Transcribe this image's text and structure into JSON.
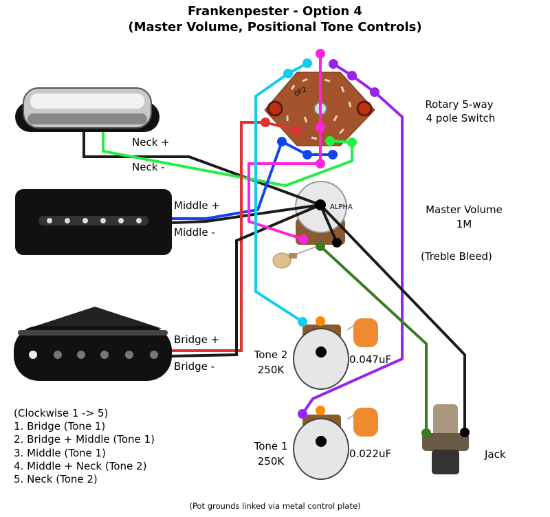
{
  "title": {
    "line1": "Frankenpester - Option 4",
    "line2": "(Master Volume, Positional Tone Controls)"
  },
  "labels": {
    "neck_plus": "Neck +",
    "neck_minus": "Neck -",
    "middle_plus": "Middle +",
    "middle_minus": "Middle -",
    "bridge_plus": "Bridge +",
    "bridge_minus": "Bridge -",
    "switch_line1": "Rotary 5-way",
    "switch_line2": "4 pole Switch",
    "master_line1": "Master Volume",
    "master_line2": "1M",
    "treble_bleed": "(Treble Bleed)",
    "tone2_line1": "Tone 2",
    "tone2_line2": "250K",
    "tone2_cap": "0.047uF",
    "tone1_line1": "Tone 1",
    "tone1_line2": "250K",
    "tone1_cap": "0.022uF",
    "jack": "Jack",
    "switch_marking": "0F2",
    "pot_marking": "ALPHA"
  },
  "positions": {
    "heading": "(Clockwise 1 -> 5)",
    "items": [
      "1. Bridge (Tone 1)",
      "2. Bridge + Middle (Tone 1)",
      "3. Middle (Tone 1)",
      "4. Middle + Neck (Tone 2)",
      "5. Neck (Tone 2)"
    ]
  },
  "footnote": "(Pot grounds linked via metal control plate)",
  "wire_colors": {
    "neck_hot": "#22ee44",
    "ground": "#000000",
    "middle_hot": "#1144ee",
    "bridge_hot": "#dd3333",
    "switch_to_volume": "#ff22dd",
    "tone2": "#11ccee",
    "tone1": "#9922ee",
    "output": "#3a7a22",
    "tone_lug": "#ff8800"
  }
}
